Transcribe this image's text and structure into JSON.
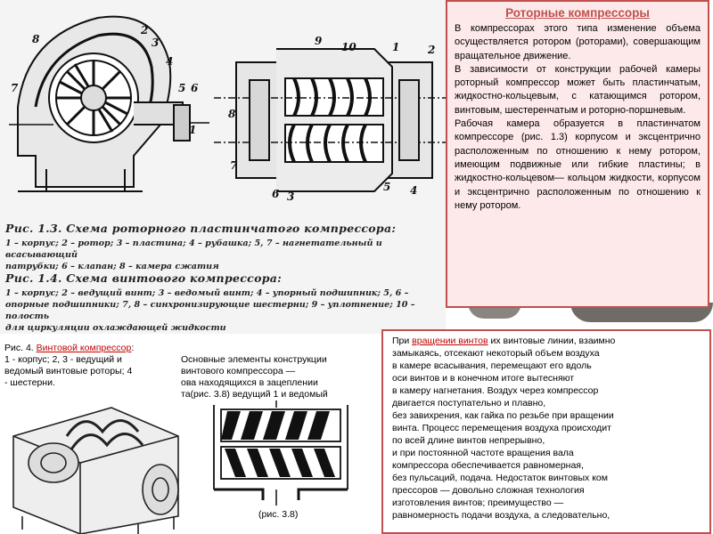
{
  "fig13": {
    "title": "Рис. 1.3. Схема роторного пластинчатого компрессора:",
    "legend_line1": "1 – корпус; 2 – ротор; 3 – пластина; 4 – рубашка; 5, 7 – нагнетательный и всасывающий",
    "legend_line2": "патрубки; 6 – клапан; 8 – камера сжатия"
  },
  "fig14": {
    "title": "Рис. 1.4. Схема винтового компрессора:",
    "legend_line1": "1 – корпус; 2 – ведущий винт; 3 – ведомый винт; 4 – упорный подшипник; 5, 6 –",
    "legend_line2": "опорные подшипники; 7, 8 – синхронизирующие шестерни; 9 – уплотнение; 10 – полость",
    "legend_line3": "для циркуляции охлаждающей жидкости"
  },
  "drawing_labels": {
    "left": [
      "8",
      "2",
      "3",
      "7",
      "4",
      "5",
      "6",
      "1"
    ],
    "right": [
      "9",
      "10",
      "1",
      "2",
      "8",
      "7",
      "3",
      "6",
      "5",
      "4"
    ]
  },
  "rotary_box": {
    "title": "Роторные компрессоры",
    "p1": "В компрессорах этого типа изменение объема осуществляется ротором (роторами), совершающим вращательное движение.",
    "p2": "В зависимости от конструкции рабочей камеры роторный компрессор может быть пластинчатым, жидкостно-кольцевым, с катающимся ротором, винтовым, шестеренчатым и роторно-поршневым.",
    "p3": "Рабочая камера образуется в пластинчатом компрессоре (рис. 1.3) корпусом и эксцентрично расположенным по отношению к нему ротором, имеющим подвижные или гибкие пластины; в жидкостно-кольцевом— кольцом жидкости, корпусом и эксцентрично расположенным по отношению к нему ротором."
  },
  "fig4_caption": {
    "prefix": "Рис. 4. ",
    "link": "Винтовой компрессор",
    "suffix": ":",
    "line2": "1 - корпус; 2, 3 - ведущий и",
    "line3": "ведомый винтовые роторы; 4",
    "line4": "- шестерни."
  },
  "elements_caption": {
    "line1": "Основные элементы конструкции",
    "line2": "винтового компрессора —",
    "line3": "ова находящихся в зацеплении",
    "line4": "та(рис. 3.8) ведущий 1 и ведомый"
  },
  "fig38_label": "(рис. 3.8)",
  "screw_box": {
    "l1_prefix": "При ",
    "l1_link": "вращении винтов",
    "l1_suffix": " их винтовые линии, взаимно",
    "l2": "замыкаясь, отсекают некоторый объем воздуха",
    "l3": "в камере всасывания, перемещают его вдоль",
    "l4": "оси винтов и в конечном итоге вытесняют",
    "l5": "в камеру нагнетания. Воздух через компрессор",
    "l6": "двигается поступательно и плавно,",
    "l7": "без завихрения, как гайка по резьбе при вращении",
    "l8": "винта. Процесс перемещения воздуха происходит",
    "l9": "по всей длине винтов непрерывно,",
    "l10": "и при постоянной частоте вращения вала",
    "l11": "компрессора обеспечивается равномерная,",
    "l12": "без пульсаций, подача. Недостаток винтовых ком",
    "l13": "прессоров — довольно сложная технология",
    "l14": "изготовления винтов; преимущество —",
    "l15": "равномерность подачи воздуха, а следовательно,"
  },
  "colors": {
    "accent": "#c0504d",
    "link": "#c00000",
    "box_fill": "#fde9e9"
  }
}
